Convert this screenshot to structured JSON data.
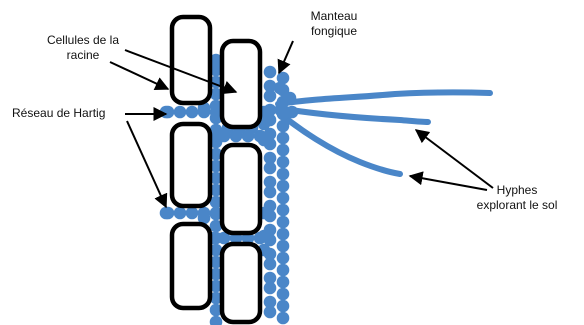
{
  "labels": {
    "root_cells": [
      "Cellules de la",
      "racine"
    ],
    "mantle": [
      "Manteau",
      "fongique"
    ],
    "hartig": "Réseau de Hartig",
    "hyphae": [
      "Hyphes",
      "explorant le sol"
    ]
  },
  "colors": {
    "fungus": "#4a86c8",
    "cell_outline": "#000000",
    "text": "#111111",
    "arrow": "#000000"
  }
}
